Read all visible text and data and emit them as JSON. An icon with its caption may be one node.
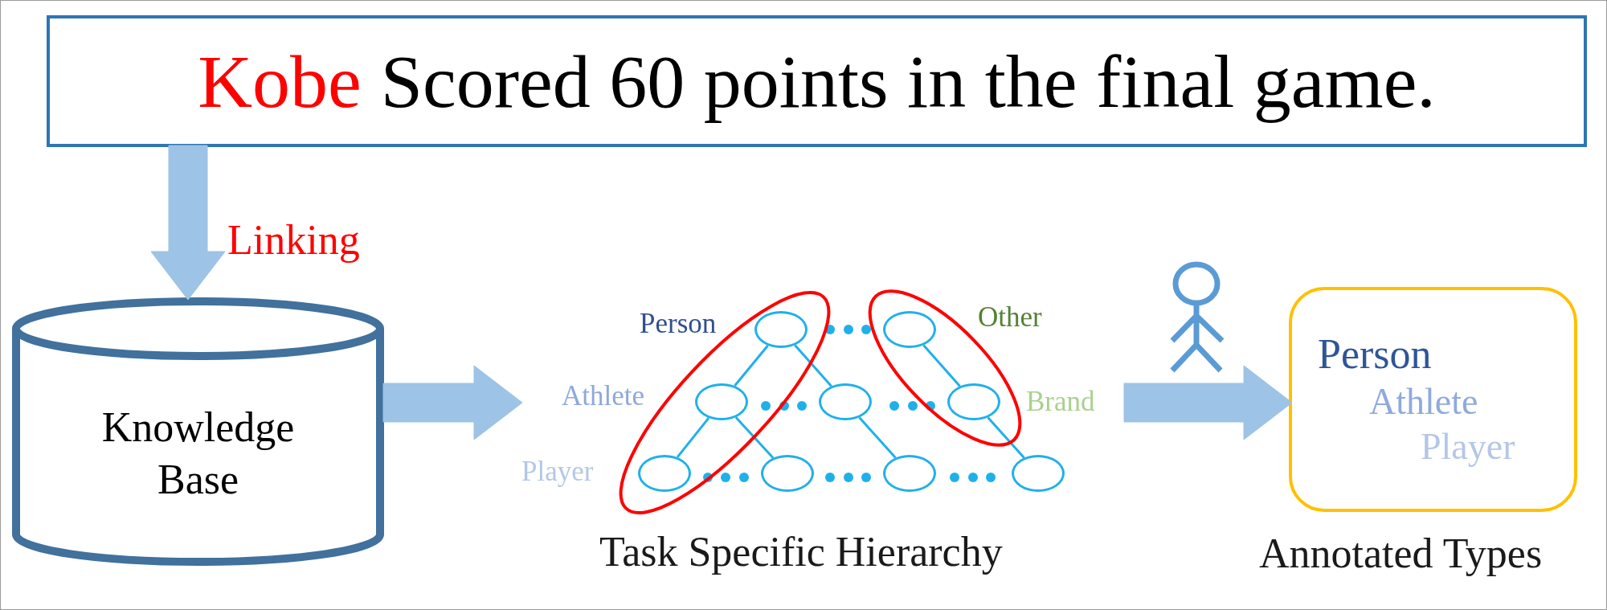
{
  "diagram": {
    "nodes": [
      {
        "text": [
          "Kobe",
          "Scored 60 points in the final game."
        ]
      },
      {
        "text": [
          "Knowledge Base"
        ]
      },
      {
        "text": [],
        "shape": "tree",
        "beside": [
          "Task Specific Hierarchy"
        ]
      },
      {
        "text": [],
        "shape": "ellipse",
        "in": 2,
        "beside": [
          "Person"
        ]
      },
      {
        "text": [],
        "shape": "ellipse",
        "in": 2,
        "beside": [
          "Other"
        ]
      },
      {
        "text": [],
        "shape": "ellipse",
        "in": 2,
        "beside": [
          "Athlete"
        ]
      },
      {
        "text": [],
        "shape": "ellipse",
        "in": 2
      },
      {
        "text": [],
        "shape": "ellipse",
        "in": 2,
        "beside": [
          "Brand"
        ]
      },
      {
        "text": [],
        "shape": "ellipse",
        "in": 2,
        "beside": [
          "Player"
        ]
      },
      {
        "text": [],
        "shape": "ellipse",
        "in": 2
      },
      {
        "text": [],
        "shape": "ellipse",
        "in": 2
      },
      {
        "text": [],
        "shape": "ellipse",
        "in": 2
      },
      {
        "text": [
          "Person",
          "Athlete",
          "Player"
        ],
        "beside": [
          "Annotated Types"
        ]
      }
    ],
    "edges": [
      {
        "from": 0,
        "to": 1,
        "arrow": "to",
        "label": "Linking",
        "style": "thick",
        "color": "#9dc3e6"
      },
      {
        "from": 1,
        "to": 2,
        "arrow": "to",
        "style": "thick",
        "color": "#9dc3e6"
      },
      {
        "from": 2,
        "to": 12,
        "arrow": "to",
        "style": "thick",
        "color": "#9dc3e6"
      },
      {
        "from": 3,
        "to": 5,
        "arrow": "none"
      },
      {
        "from": 3,
        "to": 6,
        "arrow": "none"
      },
      {
        "from": 5,
        "to": 8,
        "arrow": "none"
      },
      {
        "from": 5,
        "to": 9,
        "arrow": "none"
      },
      {
        "from": 6,
        "to": 10,
        "arrow": "none"
      },
      {
        "from": 4,
        "to": 7,
        "arrow": "none"
      },
      {
        "from": 7,
        "to": 11,
        "arrow": "none"
      }
    ]
  }
}
